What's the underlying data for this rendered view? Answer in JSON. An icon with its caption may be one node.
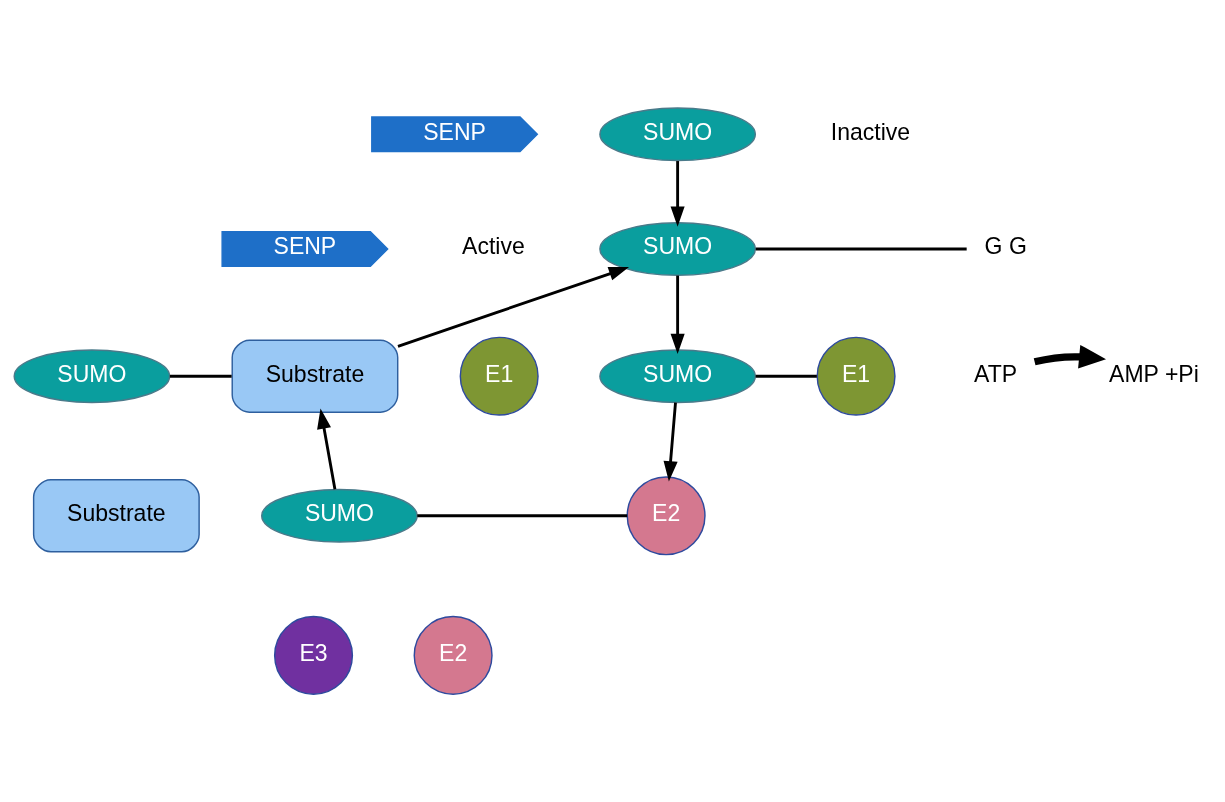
{
  "diagram": {
    "nodes": [
      {
        "text": [
          "SUMO"
        ],
        "beside": [
          "Inactive"
        ]
      },
      {
        "text": [
          "SENP"
        ]
      },
      {
        "text": [
          "SUMO"
        ],
        "beside": [
          "Active"
        ]
      },
      {
        "text": [
          "G G"
        ]
      },
      {
        "text": [
          "SENP"
        ]
      },
      {
        "text": [
          "SUMO"
        ]
      },
      {
        "text": [
          "Substrate"
        ]
      },
      {
        "text": [
          "ATP"
        ]
      },
      {
        "text": [
          "AMP +Pi"
        ]
      },
      {
        "text": [
          "E1"
        ]
      },
      {
        "text": [
          "SUMO"
        ]
      },
      {
        "text": [
          "E1"
        ]
      },
      {
        "text": [
          "E2"
        ]
      },
      {
        "text": [
          "E3"
        ]
      },
      {
        "text": [
          "Substrate"
        ]
      },
      {
        "text": [
          "SUMO"
        ]
      },
      {
        "text": [
          "E2"
        ]
      }
    ],
    "edges": [
      {
        "from": 0,
        "to": 2,
        "arrow": "to"
      },
      {
        "from": 2,
        "to": 3,
        "arrow": "none"
      },
      {
        "from": 5,
        "to": 6,
        "arrow": "none"
      },
      {
        "from": 2,
        "to": 10,
        "arrow": "to"
      },
      {
        "from": 10,
        "to": 11,
        "arrow": "none"
      },
      {
        "from": 10,
        "to": 16,
        "arrow": "to"
      },
      {
        "from": 15,
        "to": 16,
        "arrow": "none"
      },
      {
        "from": 15,
        "to": 6,
        "arrow": "to"
      },
      {
        "from": 6,
        "to": 2,
        "arrow": "to"
      },
      {
        "from": 7,
        "to": 8,
        "arrow": "to",
        "style": "thick"
      }
    ]
  }
}
